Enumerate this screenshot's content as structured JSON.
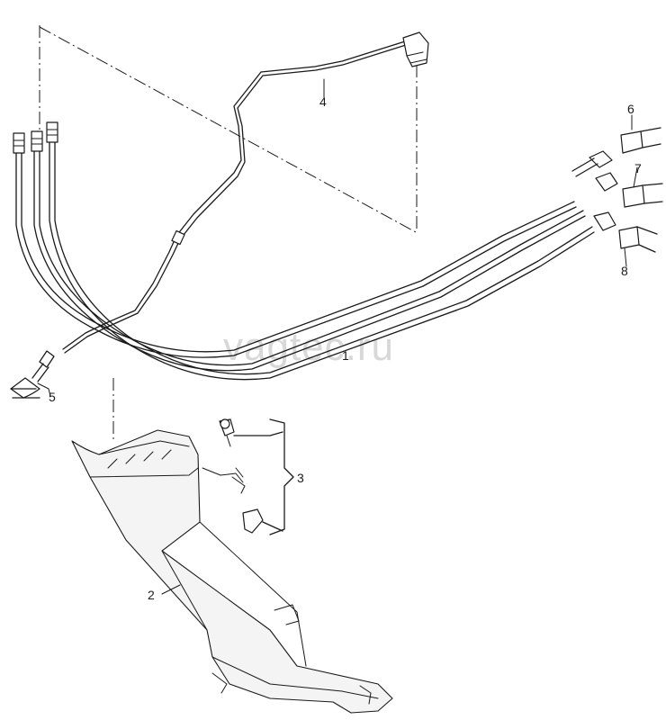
{
  "watermark": "vagtec.ru",
  "callouts": {
    "c1": "1",
    "c2": "2",
    "c3": "3",
    "c4": "4",
    "c5": "5",
    "c6": "6",
    "c7": "7",
    "c8": "8"
  }
}
